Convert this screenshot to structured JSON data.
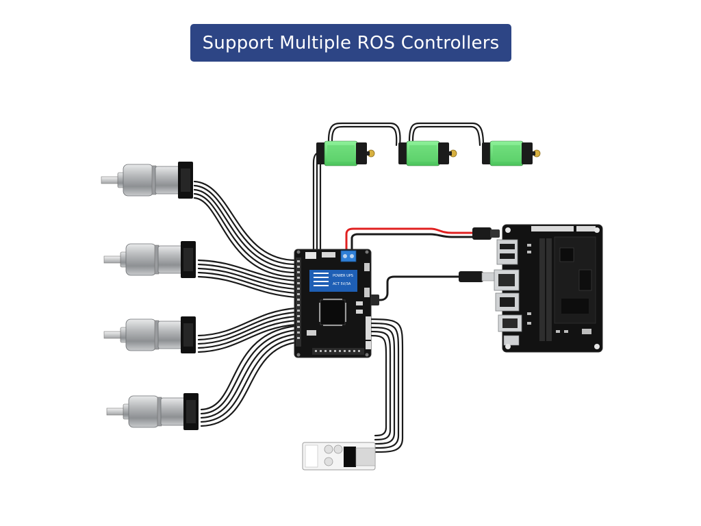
{
  "header": {
    "title": "Support Multiple ROS Controllers"
  },
  "board_labels": {
    "silk_1": "POWER UPS",
    "silk_2": "ACT 5V/3A"
  },
  "colors": {
    "banner": "#2d4585",
    "servo_green": "#6ee07a",
    "power_wire": "#e02020",
    "cable": "#1a1a1a",
    "pcb": "#141414",
    "motor_metal": "#b9bbbd"
  },
  "icons": {
    "motor": "dc-gear-motor-icon",
    "servo": "bus-servo-icon",
    "controller": "ros-controller-board-icon",
    "host": "single-board-computer-icon",
    "display": "oled-display-module-icon"
  }
}
